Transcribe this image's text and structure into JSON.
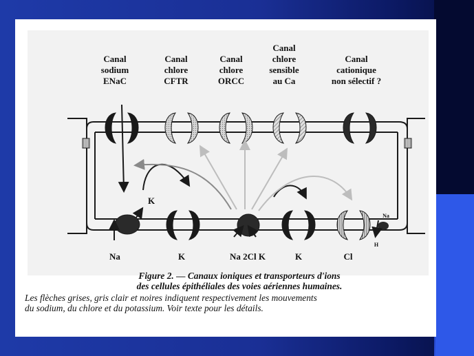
{
  "channels": [
    {
      "line1": "Canal",
      "line2": "sodium",
      "line3": "ENaC"
    },
    {
      "line1": "Canal",
      "line2": "chlore",
      "line3": "CFTR"
    },
    {
      "line1": "Canal",
      "line2": "chlore",
      "line3": "ORCC"
    },
    {
      "line1": "Canal",
      "line2": "chlore",
      "line3": "sensible",
      "line4": "au Ca"
    },
    {
      "line1": "Canal",
      "line2": "cationique",
      "line3": "non sélectif ?"
    }
  ],
  "inner_labels": {
    "k_upper": "K",
    "na_small": "Na",
    "h_small": "H"
  },
  "bottom_labels": [
    "Na",
    "K",
    "Na 2Cl K",
    "K",
    "Cl"
  ],
  "caption": {
    "title_line1": "Figure 2. — Canaux ioniques et transporteurs d'ions",
    "title_line2": "des cellules épithéliales des voies aériennes humaines.",
    "body_line1": "Les flèches grises, gris clair et noires indiquent respectivement les mouvements",
    "body_line2": "du sodium, du chlore et du potassium. Voir texte pour les détails."
  },
  "colors": {
    "black": "#1a1a1a",
    "grey": "#8a8a8a",
    "light_grey": "#bdbdbd",
    "hatched": "#c8c8c8"
  }
}
